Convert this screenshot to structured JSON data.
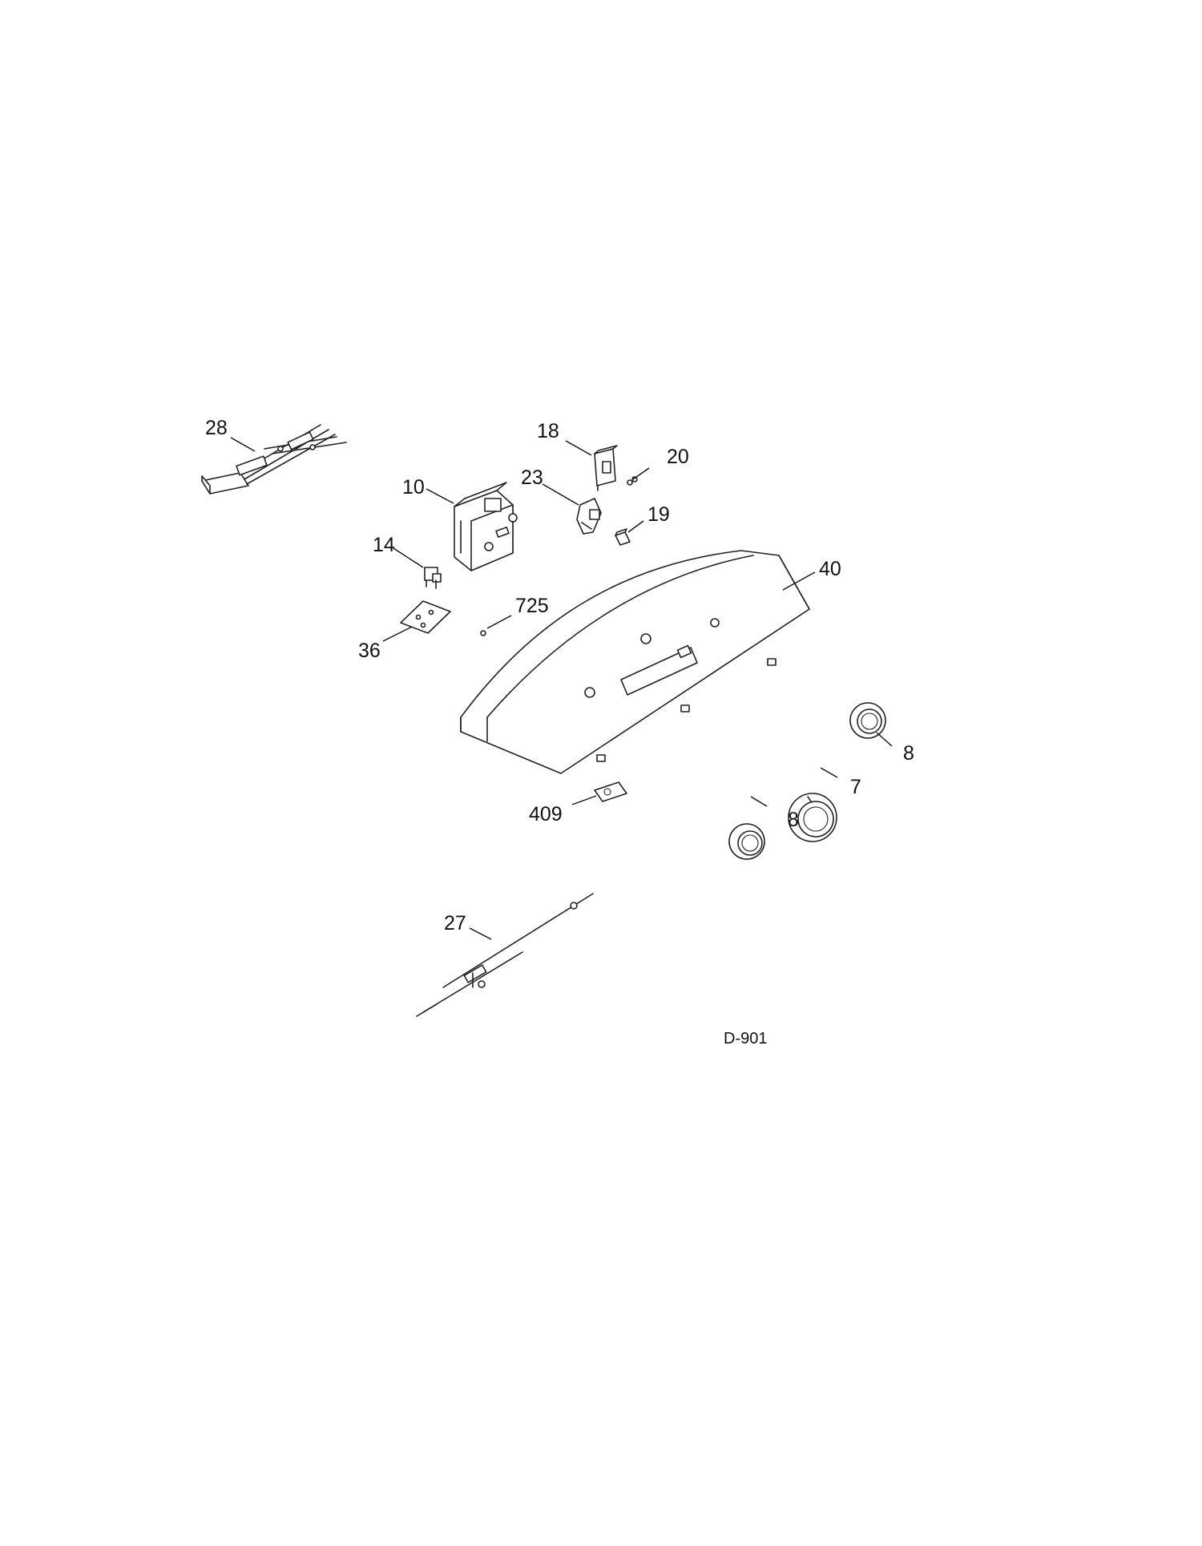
{
  "diagram_id": "D-901",
  "callouts": {
    "c28": "28",
    "c18": "18",
    "c20": "20",
    "c10": "10",
    "c23": "23",
    "c19": "19",
    "c14": "14",
    "c40": "40",
    "c725": "725",
    "c36": "36",
    "c8a": "8",
    "c7": "7",
    "c8b": "8",
    "c409": "409",
    "c27": "27"
  }
}
